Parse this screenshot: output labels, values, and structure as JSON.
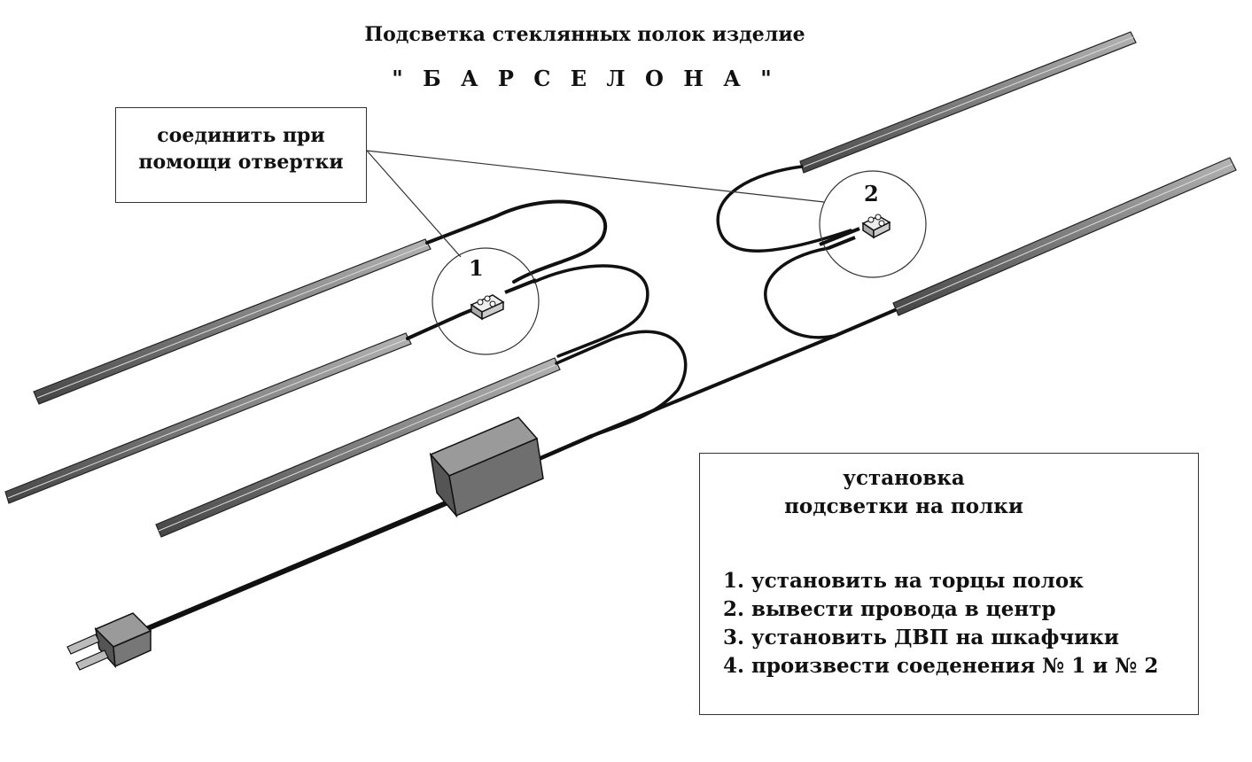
{
  "title": {
    "line1": "Подсветка стеклянных полок изделие",
    "line2": "\" Б А Р С Е Л О Н А \""
  },
  "callout": {
    "line1": "соединить при",
    "line2": "помощи отвертки"
  },
  "connectors": {
    "first": "1",
    "second": "2"
  },
  "instructions": {
    "heading_line1": "установка",
    "heading_line2": "подсветки на полки",
    "steps": [
      "1. установить на торцы полок",
      "2. вывести провода в центр",
      "3. установить ДВП на шкафчики",
      "4. произвести соеденения № 1 и № 2"
    ]
  },
  "colors": {
    "profile_fill": "#8a8a8a",
    "profile_dark": "#4a4a4a",
    "wire": "#111111",
    "power_supply": "#6f6f6f"
  }
}
